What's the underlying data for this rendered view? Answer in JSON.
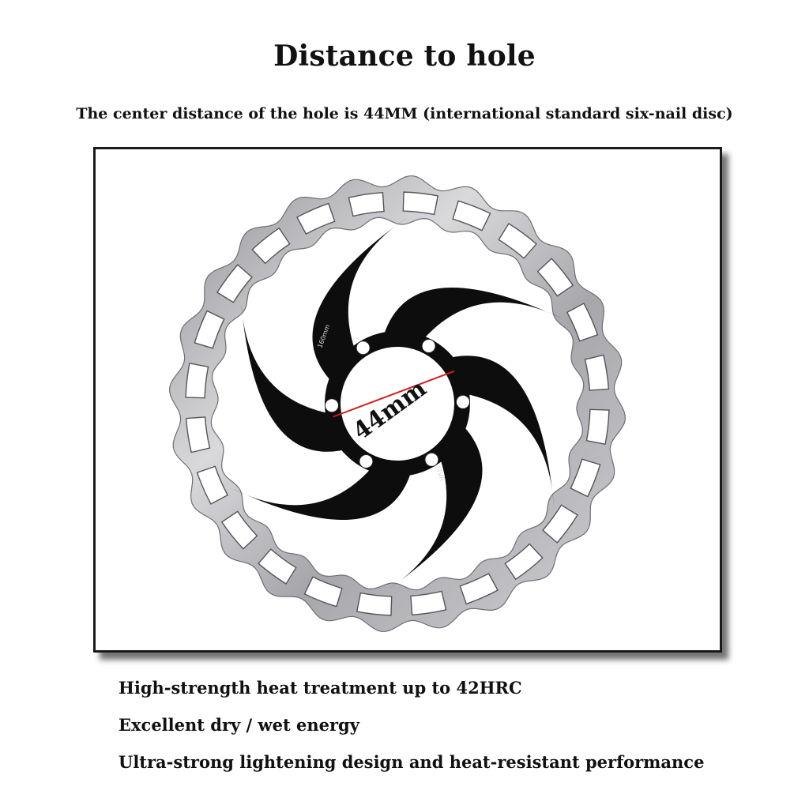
{
  "header": {
    "title": "Distance to hole",
    "subtitle": "The center distance of the hole is 44MM (international standard six-nail disc)"
  },
  "photo": {
    "subject": "brake-rotor",
    "measurement_label": "44mm",
    "rotor_small_text": [
      "160mm",
      "IIIVA"
    ],
    "colors": {
      "spider": "#0d0d0d",
      "rim": "#b9b9bc",
      "measure_line": "#cc1f1f"
    }
  },
  "features": [
    "High-strength heat treatment up to 42HRC",
    "Excellent dry / wet energy",
    "Ultra-strong lightening design and heat-resistant performance"
  ]
}
